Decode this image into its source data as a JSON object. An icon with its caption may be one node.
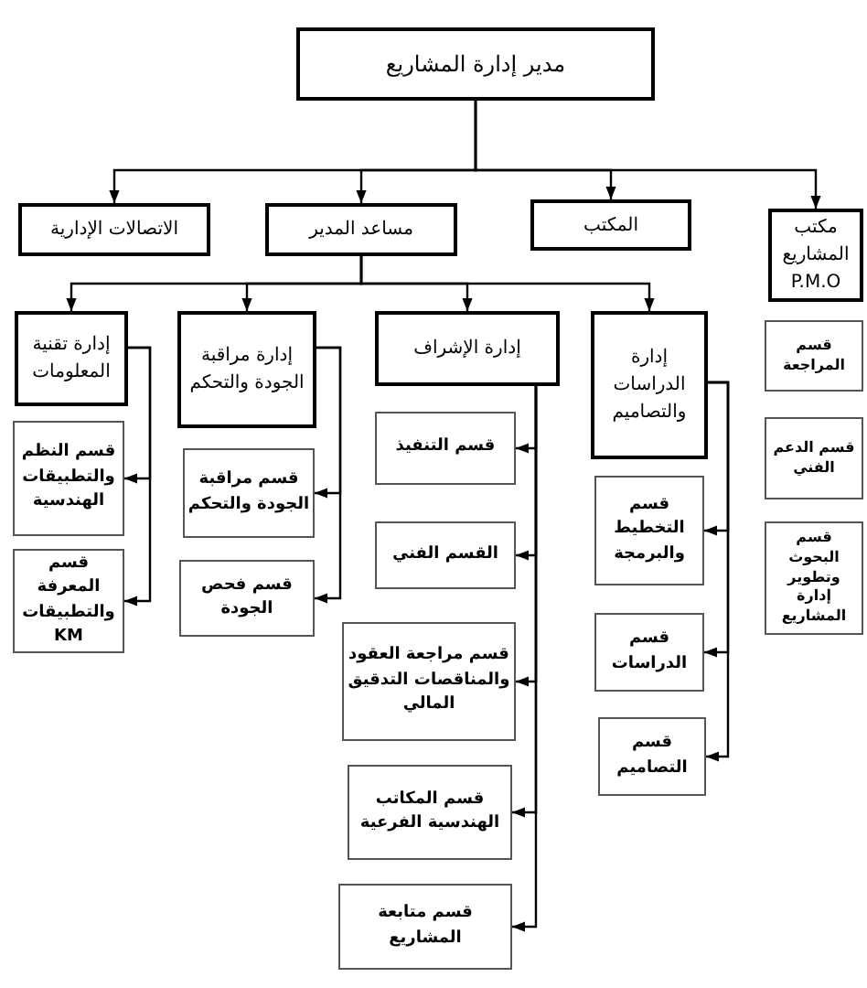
{
  "diagram": {
    "nodes": [
      {
        "text": [
          "مدير إدارة المشاريع"
        ]
      },
      {
        "text": [
          "الاتصالات الإدارية"
        ]
      },
      {
        "text": [
          "مساعد المدير"
        ]
      },
      {
        "text": [
          "المكتب"
        ]
      },
      {
        "text": [
          "مكتب المشاريع P.M.O"
        ]
      },
      {
        "text": [
          "إدارة تقنية المعلومات"
        ]
      },
      {
        "text": [
          "إدارة مراقبة الجودة والتحكم"
        ]
      },
      {
        "text": [
          "إدارة الإشراف"
        ]
      },
      {
        "text": [
          "إدارة الدراسات والتصاميم"
        ]
      },
      {
        "text": [
          "قسم النظم والتطبيقات الهندسية"
        ]
      },
      {
        "text": [
          "قسم المعرفة والتطبيقات KM"
        ]
      },
      {
        "text": [
          "قسم مراقبة الجودة والتحكم"
        ]
      },
      {
        "text": [
          "قسم فحص الجودة"
        ]
      },
      {
        "text": [
          "قسم التنفيذ"
        ]
      },
      {
        "text": [
          "القسم الفني"
        ]
      },
      {
        "text": [
          "قسم مراجعة العقود والمناقصات التدقيق المالي"
        ]
      },
      {
        "text": [
          "قسم المكاتب الهندسية الفرعية"
        ]
      },
      {
        "text": [
          "قسم متابعة المشاريع"
        ]
      },
      {
        "text": [
          "قسم التخطيط والبرمجة"
        ]
      },
      {
        "text": [
          "قسم الدراسات"
        ]
      },
      {
        "text": [
          "قسم التصاميم"
        ]
      },
      {
        "text": [
          "قسم المراجعة"
        ]
      },
      {
        "text": [
          "قسم الدعم الفني"
        ]
      },
      {
        "text": [
          "قسم البحوث وتطوير إدارة المشاريع"
        ]
      }
    ],
    "edges": [
      {
        "from": 0,
        "to": 1,
        "arrow": "to"
      },
      {
        "from": 0,
        "to": 2,
        "arrow": "to"
      },
      {
        "from": 0,
        "to": 3,
        "arrow": "to"
      },
      {
        "from": 0,
        "to": 4,
        "arrow": "to"
      },
      {
        "from": 2,
        "to": 5,
        "arrow": "to"
      },
      {
        "from": 2,
        "to": 6,
        "arrow": "to"
      },
      {
        "from": 2,
        "to": 7,
        "arrow": "to"
      },
      {
        "from": 2,
        "to": 8,
        "arrow": "to"
      },
      {
        "from": 5,
        "to": 9,
        "arrow": "to"
      },
      {
        "from": 5,
        "to": 10,
        "arrow": "to"
      },
      {
        "from": 6,
        "to": 11,
        "arrow": "to"
      },
      {
        "from": 6,
        "to": 12,
        "arrow": "to"
      },
      {
        "from": 7,
        "to": 13,
        "arrow": "to"
      },
      {
        "from": 7,
        "to": 14,
        "arrow": "to"
      },
      {
        "from": 7,
        "to": 15,
        "arrow": "to"
      },
      {
        "from": 7,
        "to": 16,
        "arrow": "to"
      },
      {
        "from": 7,
        "to": 17,
        "arrow": "to"
      },
      {
        "from": 8,
        "to": 18,
        "arrow": "to"
      },
      {
        "from": 8,
        "to": 19,
        "arrow": "to"
      },
      {
        "from": 8,
        "to": 20,
        "arrow": "to"
      }
    ]
  }
}
